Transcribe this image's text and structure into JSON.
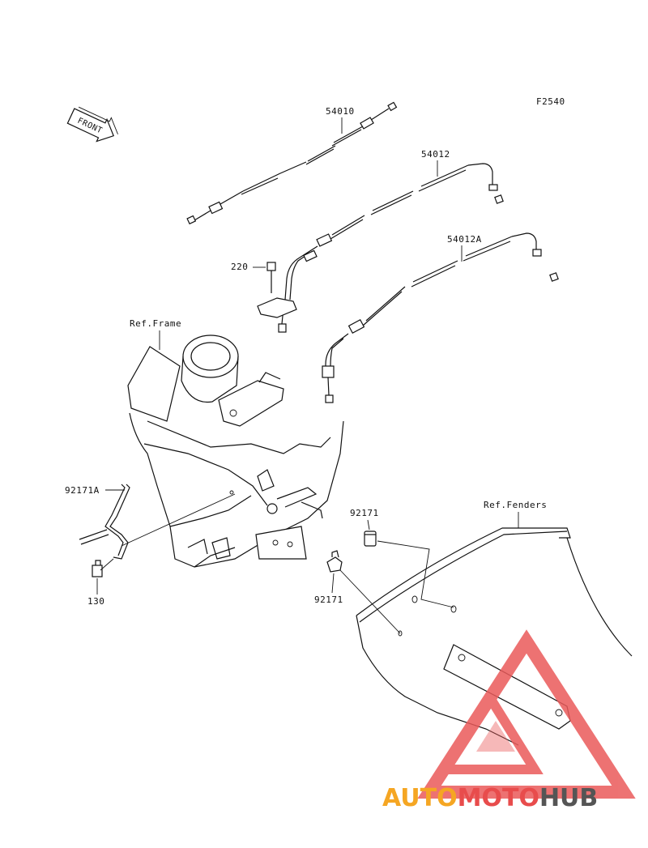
{
  "diagram_code": "F2540",
  "front_label": "FRONT",
  "labels": {
    "p54010": "54010",
    "p54012": "54012",
    "p54012A": "54012A",
    "p220": "220",
    "ref_frame": "Ref.Frame",
    "p92171A": "92171A",
    "p130": "130",
    "p92171_top": "92171",
    "p92171_bot": "92171",
    "ref_fenders": "Ref.Fenders"
  },
  "watermark": {
    "part1": "AUTO",
    "part2": "MOTO",
    "part3": "HUB",
    "color1": "#f5a623",
    "color2": "#e84c4c",
    "color3": "#555555",
    "triangle_color": "#ea5a5a"
  }
}
